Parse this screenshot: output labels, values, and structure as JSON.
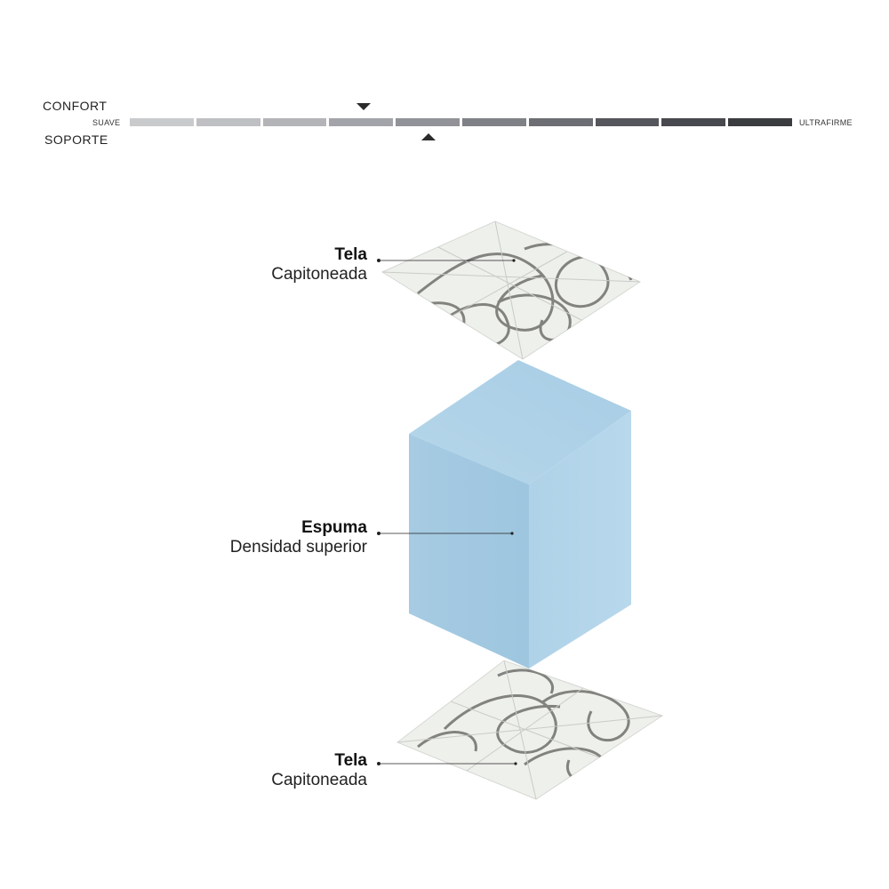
{
  "scale": {
    "confort_label": "CONFORT",
    "soporte_label": "SOPORTE",
    "min_label": "SUAVE",
    "max_label": "ULTRAFIRME",
    "segment_count": 10,
    "confort_level": 4,
    "soporte_level": 5,
    "segment_colors": [
      "#c9cacc",
      "#bfc0c3",
      "#b3b4b8",
      "#a3a4a9",
      "#929398",
      "#808186",
      "#6d6e73",
      "#56575c",
      "#48494e",
      "#3b3c40"
    ]
  },
  "layers": [
    {
      "name": "Tela",
      "desc": "Capitoneada"
    },
    {
      "name": "Espuma",
      "desc": "Densidad superior"
    },
    {
      "name": "Tela",
      "desc": "Capitoneada"
    }
  ],
  "colors": {
    "foam": "#a9cfe6",
    "fabric": "#eef0ec"
  }
}
